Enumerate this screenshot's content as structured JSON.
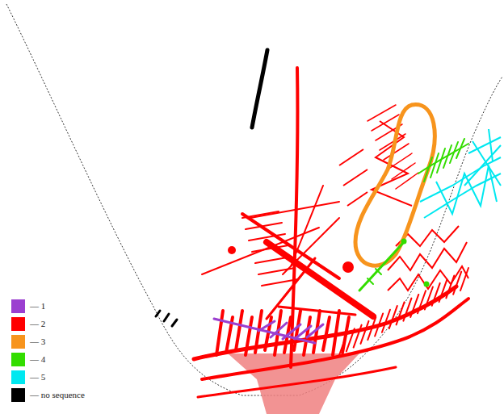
{
  "diagram": {
    "legend": [
      {
        "text": "— 1",
        "color": "#9b3fd0"
      },
      {
        "text": "— 2",
        "color": "#ff0000"
      },
      {
        "text": "— 3",
        "color": "#f7941d"
      },
      {
        "text": "— 4",
        "color": "#33dd00"
      },
      {
        "text": "— 5",
        "color": "#00e8f0"
      },
      {
        "text": "— no sequence",
        "color": "#000000"
      }
    ]
  }
}
